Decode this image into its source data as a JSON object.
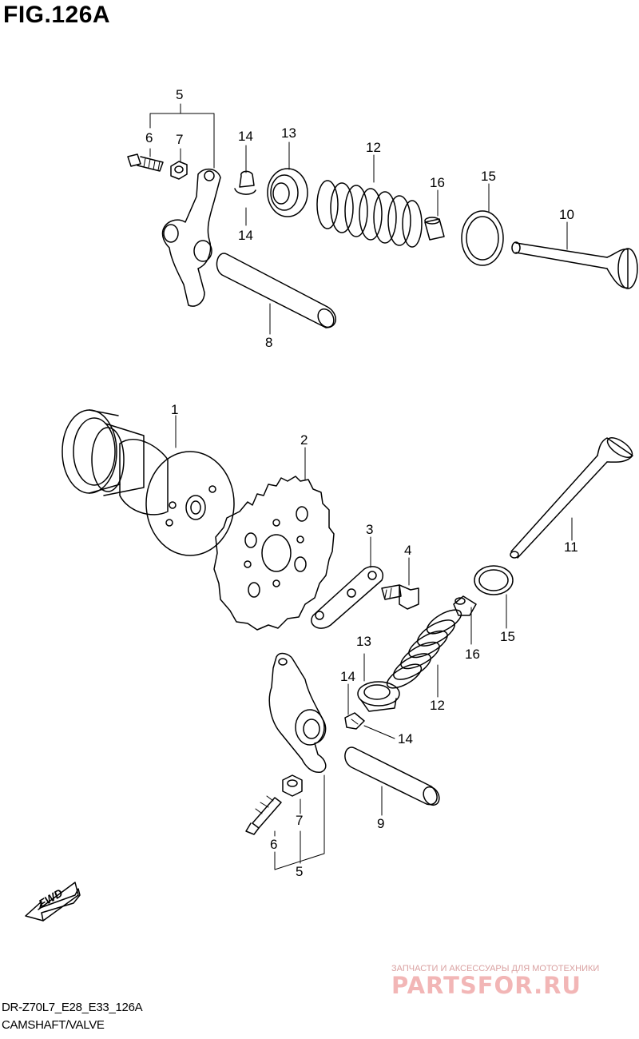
{
  "figure": {
    "title": "FIG.126A",
    "code": "DR-Z70L7_E28_E33_126A",
    "name": "CAMSHAFT/VALVE"
  },
  "fwd_label": "FWD",
  "watermark": {
    "tagline": "ЗАПЧАСТИ И АКСЕССУАРЫ ДЛЯ МОТОТЕХНИКИ",
    "brand": "PARTSFOR.RU"
  },
  "callouts": {
    "c1": "1",
    "c2": "2",
    "c3": "3",
    "c4": "4",
    "c5_top": "5",
    "c6_top": "6",
    "c7_top": "7",
    "c8": "8",
    "c10": "10",
    "c12_top": "12",
    "c13_top": "13",
    "c14_top_a": "14",
    "c14_top_b": "14",
    "c15_top": "15",
    "c16_top": "16",
    "c5_bot": "5",
    "c6_bot": "6",
    "c7_bot": "7",
    "c9": "9",
    "c11": "11",
    "c12_bot": "12",
    "c13_bot": "13",
    "c14_bot_a": "14",
    "c14_bot_b": "14",
    "c15_bot": "15",
    "c16_bot": "16"
  },
  "colors": {
    "line": "#000000",
    "watermark": "#f2b6b6"
  }
}
